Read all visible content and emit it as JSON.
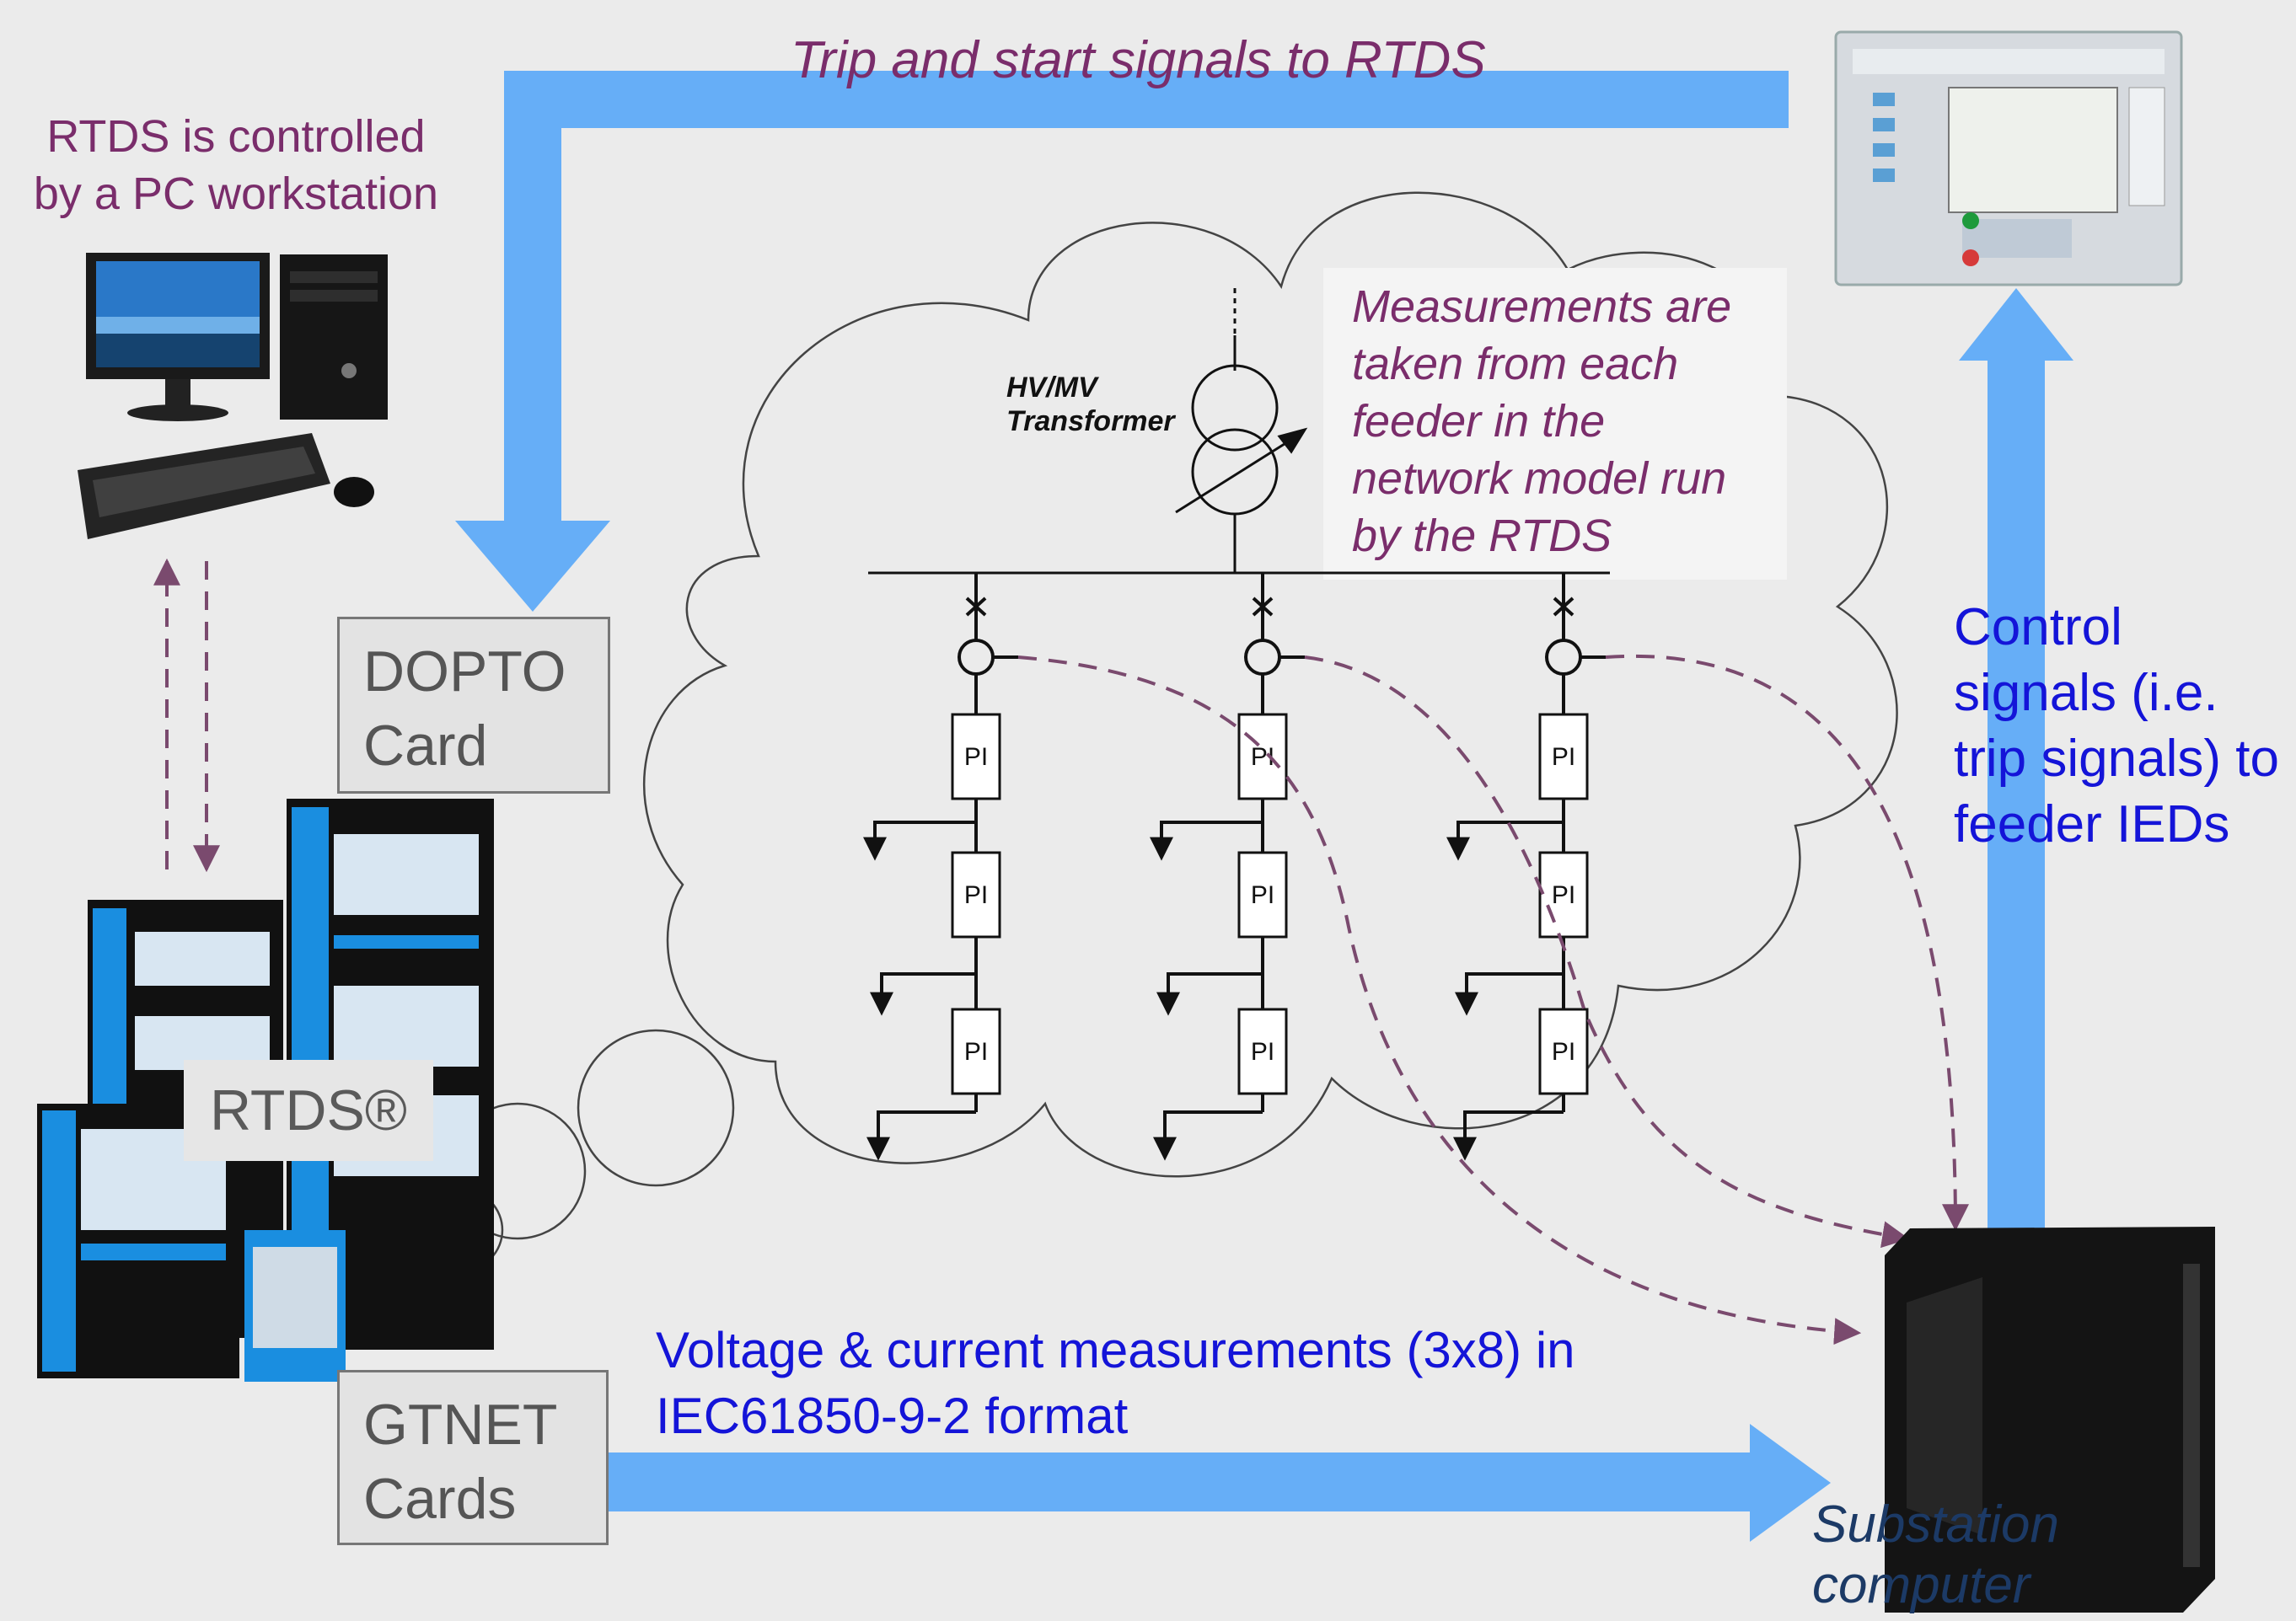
{
  "labels": {
    "top_arrow": "Trip and start signals to RTDS",
    "workstation": [
      "RTDS is controlled",
      "by a PC workstation"
    ],
    "measurement_note": [
      "Measurements are",
      "taken from each",
      "feeder in the",
      "network model run",
      "by the RTDS"
    ],
    "transformer": [
      "HV/MV",
      "Transformer"
    ],
    "control": [
      "Control",
      "signals (i.e.",
      "trip signals) to",
      "feeder IEDs"
    ],
    "dopto": [
      "DOPTO",
      "Card"
    ],
    "gtnet": [
      "GTNET",
      "Cards"
    ],
    "rtds": "RTDS®",
    "voltage": [
      "Voltage & current measurements (3x8) in",
      "IEC61850-9-2 format"
    ],
    "substation": [
      "Substation",
      "computer"
    ],
    "pi": "PI"
  },
  "colors": {
    "arrow": "#66aef7",
    "purple_text": "#7a2d6b",
    "blue_text": "#1414d8",
    "navy_text": "#1c3a66",
    "dashed": "#7a4a6e",
    "rtds_cabinet": "#1a8ee0"
  },
  "icons": [
    "pc-workstation-icon",
    "rtds-rack-icon",
    "protection-ied-icon",
    "substation-computer-icon",
    "transformer-icon"
  ]
}
